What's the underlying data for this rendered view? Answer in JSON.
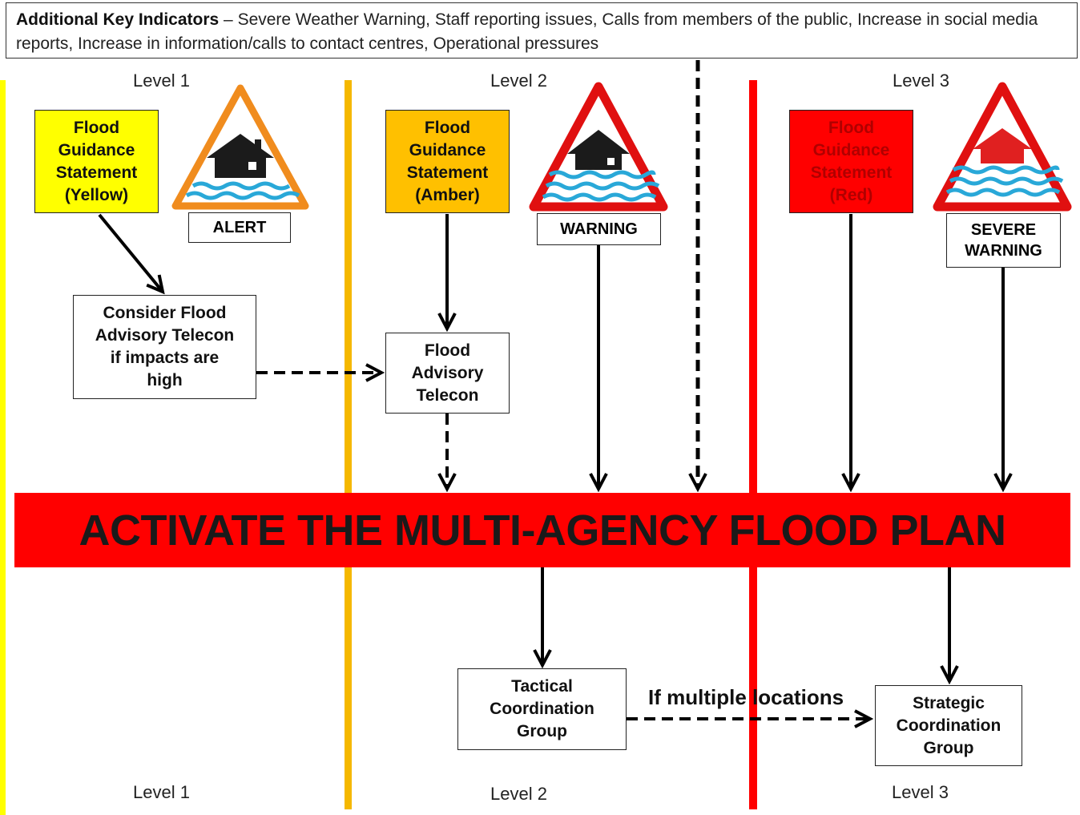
{
  "header": {
    "title": "Additional Key Indicators",
    "separator": " – ",
    "text": "Severe Weather Warning, Staff reporting issues, Calls from members of the public, Increase in social media reports,  Increase in information/calls to contact centres, Operational pressures"
  },
  "levels": {
    "top": [
      "Level 1",
      "Level 2",
      "Level 3"
    ],
    "bottom": [
      "Level 1",
      "Level 2",
      "Level 3"
    ]
  },
  "statements": {
    "yellow": "Flood\nGuidance\nStatement\n(Yellow)",
    "amber": "Flood\nGuidance\nStatement\n(Amber)",
    "red": "Flood\nGuidance\nStatement\n(Red)"
  },
  "signs": {
    "alert": "ALERT",
    "warning": "WARNING",
    "severe": "SEVERE\nWARNING"
  },
  "boxes": {
    "consider": "Consider Flood\nAdvisory Telecon\nif impacts are\nhigh",
    "telecon": "Flood\nAdvisory\nTelecon",
    "tactical": "Tactical\nCoordination\nGroup",
    "strategic": "Strategic\nCoordination\nGroup"
  },
  "banner": "ACTIVATE THE MULTI-AGENCY FLOOD PLAN",
  "annotation": "If multiple locations",
  "colors": {
    "yellow": "#ffff00",
    "amber": "#ffc000",
    "amber_line": "#f5b800",
    "red": "#ff0000",
    "alert_triangle": "#f08c1e",
    "warning_triangle": "#e01010",
    "water": "#29a8d8"
  },
  "icons": [
    "flood-alert-icon",
    "flood-warning-icon",
    "severe-flood-warning-icon"
  ]
}
